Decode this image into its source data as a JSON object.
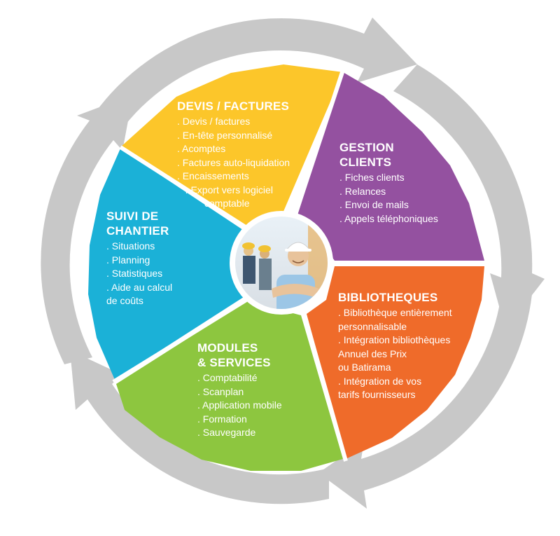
{
  "colors": {
    "ring": "#c8c8c8",
    "ring_arrow": "#b5b5b5",
    "devis": "#fcc62a",
    "gestion": "#9451a0",
    "bibliotheques": "#ef6b2a",
    "modules": "#8dc63f",
    "suivi": "#1bb1d7",
    "center_border": "#ffffff"
  },
  "center": {
    "image": "portrait of a smiling construction worker in a white hard hat with arms crossed, workers in background"
  },
  "segments": {
    "devis": {
      "title": "DEVIS / FACTURES",
      "items": [
        ". Devis / factures",
        ". En-tête personnalisé",
        ". Acomptes",
        ". Factures auto-liquidation",
        ". Encaissements",
        "   . Export vers logiciel\n          comptable"
      ]
    },
    "gestion": {
      "title_lines": [
        "GESTION",
        "CLIENTS"
      ],
      "items": [
        ". Fiches clients",
        ". Relances",
        ". Envoi de mails",
        ". Appels téléphoniques"
      ]
    },
    "bibliotheques": {
      "title": "BIBLIOTHEQUES",
      "items": [
        ". Bibliothèque entièrement\n  personnalisable",
        ". Intégration bibliothèques\n  Annuel des Prix\n  ou Batirama",
        ". Intégration de vos\n  tarifs fournisseurs"
      ]
    },
    "modules": {
      "title_lines": [
        "MODULES",
        "& SERVICES"
      ],
      "items": [
        ". Comptabilité",
        ". Scanplan",
        ". Application mobile",
        ". Formation",
        ". Sauvegarde"
      ]
    },
    "suivi": {
      "title_lines": [
        "SUIVI DE",
        "CHANTIER"
      ],
      "items": [
        ". Situations",
        ". Planning",
        ". Statistiques",
        ". Aide au calcul\n  de coûts"
      ]
    }
  }
}
